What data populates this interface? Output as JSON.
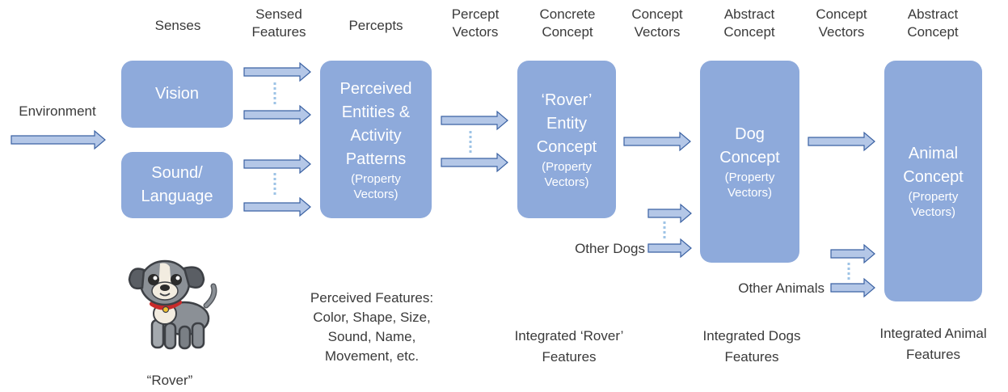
{
  "headers": {
    "senses": "Senses",
    "sensed_features": [
      "Sensed",
      "Features"
    ],
    "percepts": "Percepts",
    "percept_vectors": [
      "Percept",
      "Vectors"
    ],
    "concrete_concept": [
      "Concrete",
      "Concept"
    ],
    "concept_vectors_1": [
      "Concept",
      "Vectors"
    ],
    "abstract_concept_1": [
      "Abstract",
      "Concept"
    ],
    "concept_vectors_2": [
      "Concept",
      "Vectors"
    ],
    "abstract_concept_2": [
      "Abstract",
      "Concept"
    ]
  },
  "environment": "Environment",
  "boxes": {
    "vision": "Vision",
    "sound_language": [
      "Sound/",
      "Language"
    ],
    "percepts": {
      "main": [
        "Perceived",
        "Entities &",
        "Activity",
        "Patterns"
      ],
      "sub": [
        "(Property",
        "Vectors)"
      ]
    },
    "rover": {
      "main": [
        "‘Rover’",
        "Entity",
        "Concept"
      ],
      "sub": [
        "(Property",
        "Vectors)"
      ]
    },
    "dog": {
      "main": [
        "Dog",
        "Concept"
      ],
      "sub": [
        "(Property",
        "Vectors)"
      ]
    },
    "animal": {
      "main": [
        "Animal",
        "Concept"
      ],
      "sub": [
        "(Property",
        "Vectors)"
      ]
    }
  },
  "side_inputs": {
    "other_dogs": "Other Dogs",
    "other_animals": "Other Animals"
  },
  "footers": {
    "rover_name": "“Rover”",
    "perceived_features": [
      "Perceived Features:",
      "Color, Shape, Size,",
      "Sound, Name,",
      "Movement, etc."
    ],
    "integrated_rover": [
      "Integrated ‘Rover’",
      "Features"
    ],
    "integrated_dogs": [
      "Integrated Dogs",
      "Features"
    ],
    "integrated_animal": [
      "Integrated Animal",
      "Features"
    ]
  },
  "colors": {
    "box_fill": "#8eaadb",
    "arrow_fill": "#b4c7e7",
    "arrow_stroke": "#3b62a3",
    "text": "#3a3a3a"
  },
  "icons": {
    "dog_illustration": "cartoon-dog-icon"
  }
}
